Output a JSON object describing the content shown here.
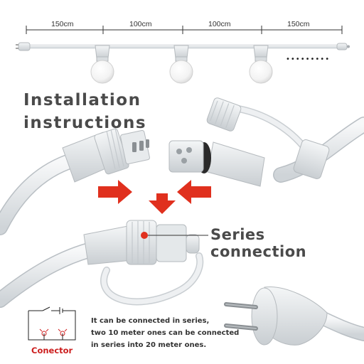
{
  "dimensions": [
    "150cm",
    "100cm",
    "100cm",
    "150cm"
  ],
  "continuation_mark": "•••••••••",
  "title_line1": "Installation",
  "title_line2": "instructions",
  "series_label": "Series connection",
  "note_lines": [
    "It can be connected in series,",
    "two 10 meter ones can be connected",
    "in series into 20 meter ones."
  ],
  "connector_label": "Conector",
  "colors": {
    "arrow_red": "#e0301e",
    "connector_label_red": "#cc1e1e",
    "cable_white": "#e9ecee",
    "heading_gray": "#4a4a4a"
  }
}
